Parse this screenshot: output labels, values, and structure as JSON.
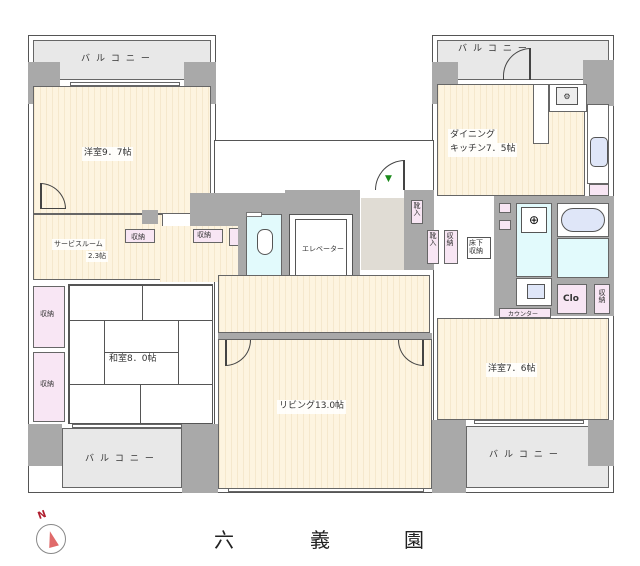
{
  "floorplan": {
    "rooms": {
      "western_room_1": {
        "label": "洋室9．7帖"
      },
      "service_room": {
        "label_line1": "サービスルーム",
        "label_line2": "2.3帖"
      },
      "japanese_room": {
        "label": "和室8．0帖"
      },
      "living": {
        "label": "リビング13.0帖"
      },
      "dining_kitchen": {
        "label_line1": "ダイニング",
        "label_line2": "キッチン7．5帖"
      },
      "western_room_2": {
        "label": "洋室7．6帖"
      },
      "elevator": {
        "label": "エレベーター"
      }
    },
    "balconies": [
      {
        "id": "top-left",
        "label": "バルコニー"
      },
      {
        "id": "top-right",
        "label": "バルコニー"
      },
      {
        "id": "bottom-left",
        "label": "バルコニー"
      },
      {
        "id": "bottom-right",
        "label": "バルコニー"
      }
    ],
    "storage": {
      "shuno": "収納",
      "kutsu_ire": "靴入",
      "yukashita_shuno": "床下収納",
      "clo": "Clo",
      "counter": "カウンター"
    },
    "entrance_marker": "▼",
    "compass": {
      "north_label": "N"
    },
    "garden_name": [
      "六",
      "義",
      "園"
    ],
    "colors": {
      "wall": "#a9a9a9",
      "floor": "#fdf4e0",
      "balcony": "#e8e8e8",
      "storage": "#f8e6f4",
      "wet_area": "#e2fafc",
      "entrance_floor": "#e0dcd4",
      "entrance_marker": "#1a8a1a",
      "compass_arrow": "#e06a6a",
      "compass_n": "#b02030"
    }
  }
}
